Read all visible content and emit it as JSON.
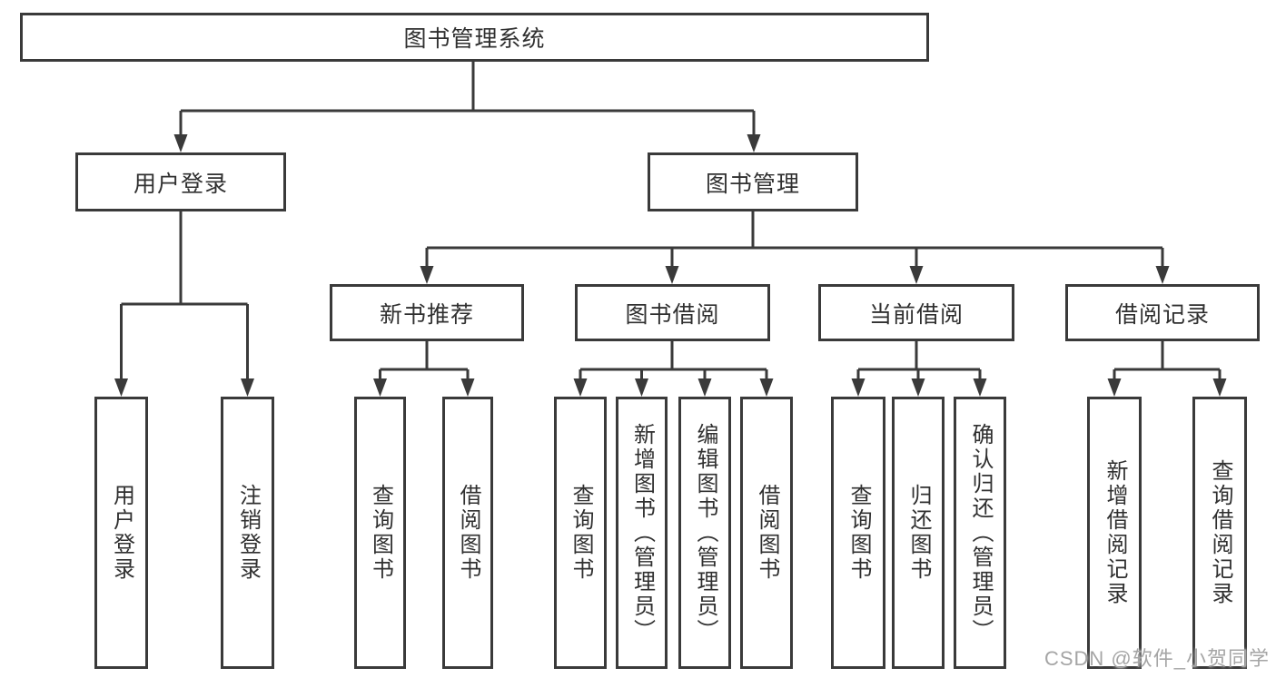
{
  "colors": {
    "line": "#3a3a3a",
    "box_border": "#3a3a3a",
    "box_fill": "#ffffff",
    "text": "#303030",
    "watermark": "#a5a5a5"
  },
  "watermark": {
    "text": "CSDN @软件_小贺同学"
  },
  "diagram": {
    "nodes": {
      "root": {
        "label": "图书管理系统"
      },
      "user_login": {
        "label": "用户登录"
      },
      "book_management": {
        "label": "图书管理"
      },
      "new_book_recommend": {
        "label": "新书推荐"
      },
      "book_borrowing": {
        "label": "图书借阅"
      },
      "current_borrowing": {
        "label": "当前借阅"
      },
      "borrowing_records": {
        "label": "借阅记录"
      },
      "leaf_user_login": {
        "label": "用户登录"
      },
      "leaf_logout": {
        "label": "注销登录"
      },
      "leaf_query_books_1": {
        "label": "查询图书"
      },
      "leaf_borrow_books_1": {
        "label": "借阅图书"
      },
      "leaf_query_books_2": {
        "label": "查询图书"
      },
      "leaf_add_books_admin": {
        "label": "新增图书（管理员）"
      },
      "leaf_edit_books_admin": {
        "label": "编辑图书（管理员）"
      },
      "leaf_borrow_books_2": {
        "label": "借阅图书"
      },
      "leaf_query_books_3": {
        "label": "查询图书"
      },
      "leaf_return_books": {
        "label": "归还图书"
      },
      "leaf_confirm_return_admin": {
        "label": "确认归还（管理员）"
      },
      "leaf_add_borrow_record": {
        "label": "新增借阅记录"
      },
      "leaf_query_borrow_record": {
        "label": "查询借阅记录"
      }
    },
    "hierarchy": {
      "root": "图书管理系统",
      "children": [
        {
          "label": "用户登录",
          "children": [
            "用户登录",
            "注销登录"
          ]
        },
        {
          "label": "图书管理",
          "children": [
            {
              "label": "新书推荐",
              "children": [
                "查询图书",
                "借阅图书"
              ]
            },
            {
              "label": "图书借阅",
              "children": [
                "查询图书",
                "新增图书（管理员）",
                "编辑图书（管理员）",
                "借阅图书"
              ]
            },
            {
              "label": "当前借阅",
              "children": [
                "查询图书",
                "归还图书",
                "确认归还（管理员）"
              ]
            },
            {
              "label": "借阅记录",
              "children": [
                "新增借阅记录",
                "查询借阅记录"
              ]
            }
          ]
        }
      ]
    }
  }
}
